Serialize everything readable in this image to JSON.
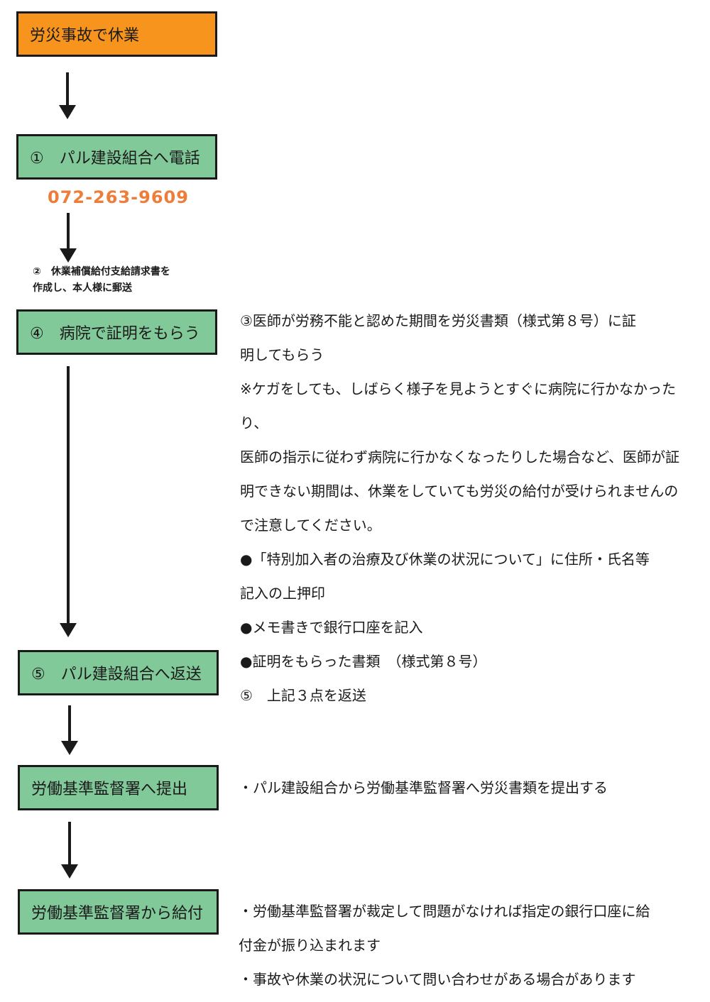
{
  "steps": {
    "start": "労災事故で休業",
    "step1": "①　パル建設組合へ電話",
    "step4": "④　病院で証明をもらう",
    "step5": "⑤　パル建設組合へ返送",
    "submit": "労働基準監督署へ提出",
    "payment": "労働基準監督署から給付"
  },
  "phone": "072-263-9609",
  "step2_note": {
    "line1": "②　休業補償給付支給請求書を",
    "line2": "作成し、本人様に郵送"
  },
  "hospital_notes": [
    "③医師が労務不能と認めた期間を労災書類（様式第８号）に証",
    "明してもらう",
    "※ケガをしても、しばらく様子を見ようとすぐに病院に行かなかったり、",
    "医師の指示に従わず病院に行かなくなったりした場合など、医師が証",
    "明できない期間は、休業をしていても労災の給付が受けられませんの",
    "で注意してください。",
    "●「特別加入者の治療及び休業の状況について」に住所・氏名等",
    "記入の上押印",
    "●メモ書きで銀行口座を記入",
    "●証明をもらった書類　（様式第８号）",
    "⑤　上記３点を返送"
  ],
  "submit_note": "・パル建設組合から労働基準監督署へ労災書類を提出する",
  "payment_notes": [
    "・労働基準監督署が裁定して問題がなければ指定の銀行口座に給",
    "付金が振り込まれます",
    "・事故や休業の状況について問い合わせがある場合があります"
  ]
}
